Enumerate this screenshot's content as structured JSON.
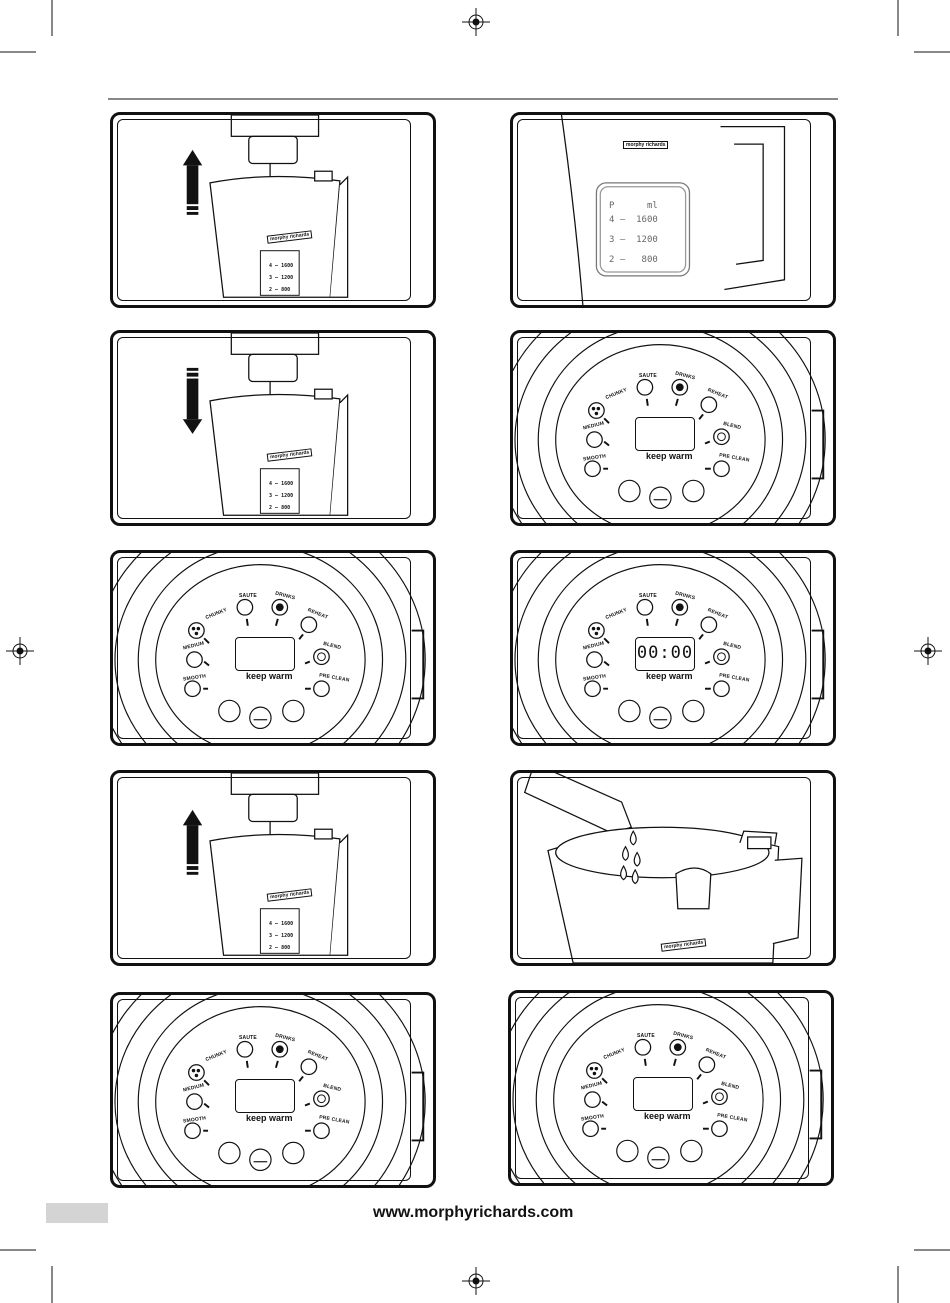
{
  "footer": {
    "url": "www.morphyrichards.com"
  },
  "control_labels": {
    "saute": "SAUTE",
    "drinks": "DRINKS",
    "reheat": "REHEAT",
    "chunky": "CHUNKY",
    "medium": "MEDIUM",
    "blend": "BLEND",
    "smooth": "SMOOTH",
    "pre_clean": "PRE CLEAN",
    "keep_warm": "keep warm"
  },
  "display_time": "00:00",
  "scale": {
    "header_p": "P",
    "header_ml": "ml",
    "rows": [
      {
        "p": "4",
        "ml": "1600"
      },
      {
        "p": "3",
        "ml": "1200"
      },
      {
        "p": "2",
        "ml": "800"
      }
    ],
    "dash": "—"
  },
  "brand": "morphy richards"
}
